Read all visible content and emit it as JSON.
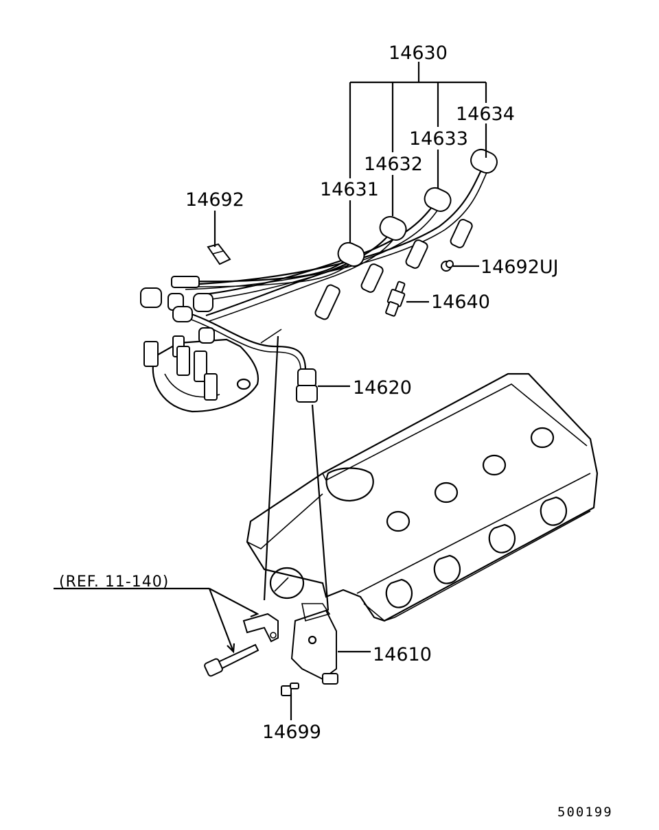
{
  "labels": {
    "harness_set": "14630",
    "cable_1": "14631",
    "cable_2": "14632",
    "cable_3": "14633",
    "cable_4": "14634",
    "clamp": "14692",
    "clamp_uj": "14692UJ",
    "spark_plug": "14640",
    "coil_cable": "14620",
    "ignition_coil": "14610",
    "bolt": "14699",
    "reference": "(REF. 11-140)"
  },
  "footer": {
    "diagram_code": "500199"
  }
}
